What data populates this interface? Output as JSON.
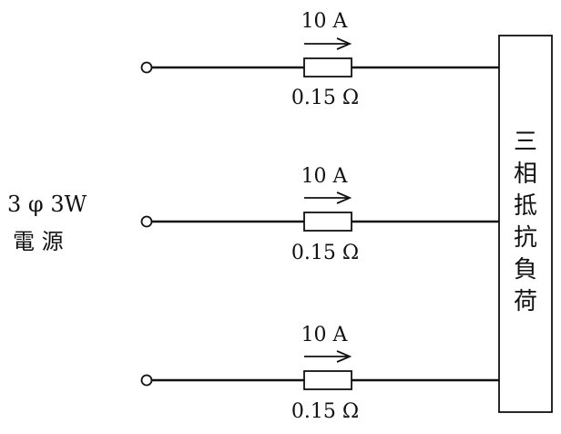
{
  "source": {
    "line1": "3 φ 3W",
    "line2": "電 源"
  },
  "load": {
    "chars": [
      "三",
      "相",
      "抵",
      "抗",
      "負",
      "荷"
    ]
  },
  "branches": [
    {
      "current": "10 A",
      "resistance": "0.15 Ω"
    },
    {
      "current": "10 A",
      "resistance": "0.15 Ω"
    },
    {
      "current": "10 A",
      "resistance": "0.15 Ω"
    }
  ]
}
